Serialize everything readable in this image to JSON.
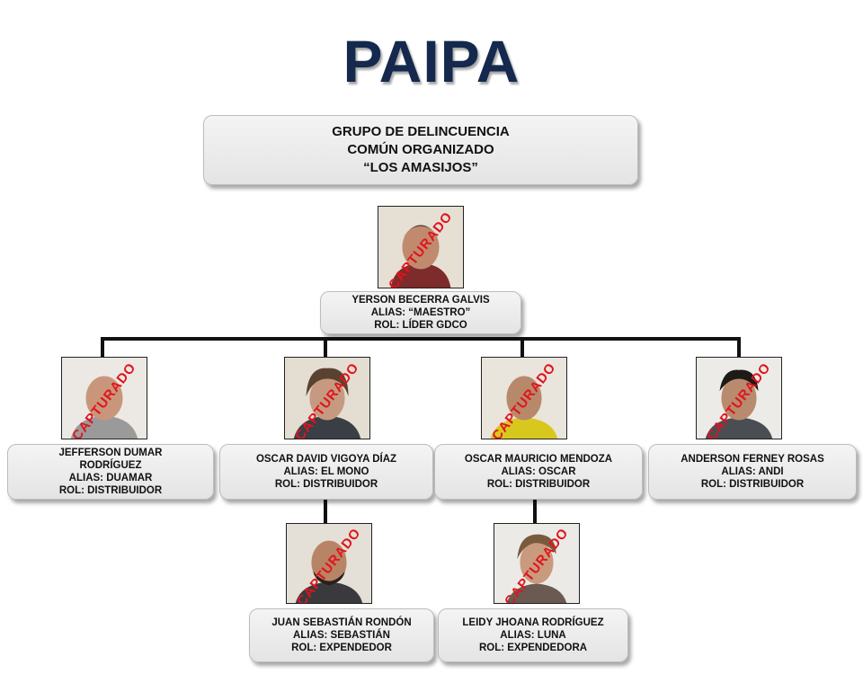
{
  "title": "PAIPA",
  "group": {
    "line1": "GRUPO DE DELINCUENCIA",
    "line2": "COMÚN ORGANIZADO",
    "line3": "“LOS AMASIJOS”"
  },
  "stamp_text": "CAPTURADO",
  "stamp_color": "#e0141c",
  "title_color": "#14294d",
  "members": [
    {
      "name": "YERSON BECERRA GALVIS",
      "alias": "ALIAS: “MAESTRO”",
      "role": "ROL: LÍDER GDCO"
    },
    {
      "name": "JEFFERSON DUMAR",
      "name2": "RODRÍGUEZ",
      "alias": "ALIAS: DUAMAR",
      "role": "ROL: DISTRIBUIDOR"
    },
    {
      "name": "OSCAR DAVID VIGOYA DÍAZ",
      "alias": "ALIAS: EL MONO",
      "role": "ROL: DISTRIBUIDOR"
    },
    {
      "name": "OSCAR MAURICIO MENDOZA",
      "alias": "ALIAS: OSCAR",
      "role": "ROL: DISTRIBUIDOR"
    },
    {
      "name": "ANDERSON FERNEY ROSAS",
      "alias": "ALIAS: ANDI",
      "role": "ROL: DISTRIBUIDOR"
    },
    {
      "name": "JUAN SEBASTIÁN RONDÓN",
      "alias": "ALIAS: SEBASTIÁN",
      "role": "ROL: EXPENDEDOR"
    },
    {
      "name": "LEIDY JHOANA RODRÍGUEZ",
      "alias": "ALIAS: LUNA",
      "role": "ROL: EXPENDEDORA"
    }
  ]
}
